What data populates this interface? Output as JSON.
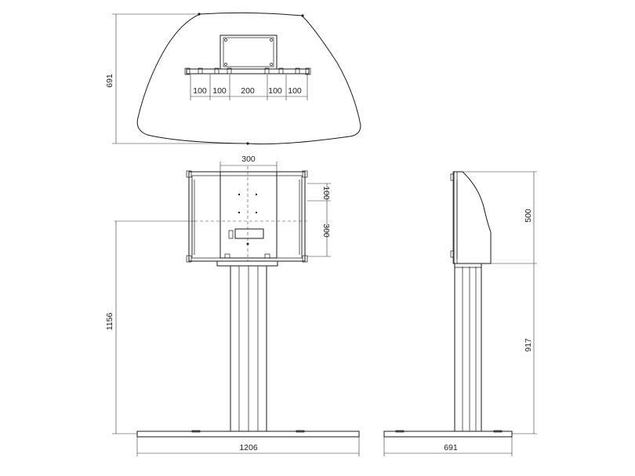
{
  "top_view": {
    "depth": "691",
    "spacing": [
      "100",
      "100",
      "200",
      "100",
      "100"
    ]
  },
  "front_view": {
    "mount_width": "300",
    "upper_offset": "100",
    "mount_height": "300",
    "total_height": "1156",
    "base_width": "1206"
  },
  "side_view": {
    "head_height": "500",
    "column_height": "917",
    "base_depth": "691"
  }
}
